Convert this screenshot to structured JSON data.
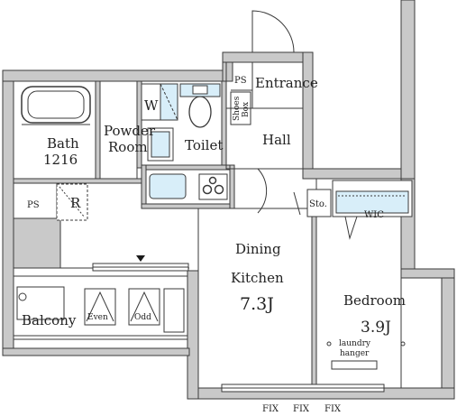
{
  "colors": {
    "wall": "#c9c9c9",
    "line": "#3a3a3a",
    "fixture": "#d8eef9",
    "accent": "#1a1a1a"
  },
  "rooms": {
    "bath": {
      "name": "Bath",
      "size": "1216"
    },
    "powder_room": {
      "line1": "Powder",
      "line2": "Room"
    },
    "toilet": "Toilet",
    "entrance": "Entrance",
    "hall": "Hall",
    "ps_top": "PS",
    "ps_left": "PS",
    "shoes_box": {
      "line1": "Shoes",
      "line2": "Box"
    },
    "washer": "W",
    "refrigerator": "R",
    "storage": "Sto.",
    "wic": "WIC",
    "dining_kitchen": {
      "line1": "Dining",
      "line2": "Kitchen",
      "size": "7.3J"
    },
    "bedroom": {
      "name": "Bedroom",
      "size": "3.9J"
    },
    "laundry_hanger": {
      "line1": "laundry",
      "line2": "hanger"
    },
    "balcony": {
      "name": "Balcony",
      "even": "Even",
      "odd": "Odd"
    },
    "fix_labels": [
      "FIX",
      "FIX",
      "FIX"
    ]
  }
}
